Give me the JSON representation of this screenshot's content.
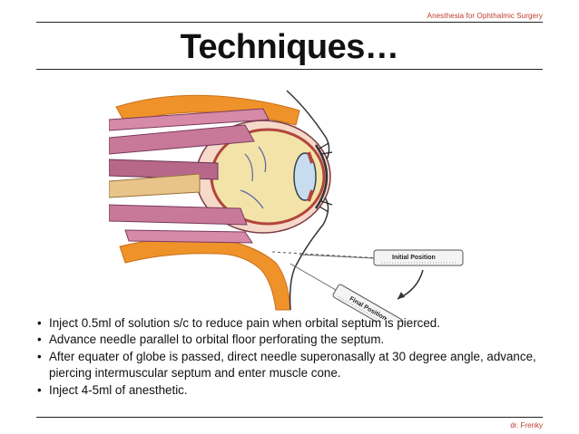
{
  "header": {
    "label": "Anesthesia for Ophthalmic Surgery"
  },
  "slide": {
    "title": "Techniques…"
  },
  "figure": {
    "label_initial": "Initial Position",
    "label_final": "Final Position"
  },
  "bullets": [
    "Inject 0.5ml of solution s/c to reduce pain when orbital septum is pierced.",
    "Advance needle parallel to orbital floor perforating the septum.",
    "After equater of globe is passed, direct needle superonasally at 30 degree angle, advance, piercing intermuscular septum and enter muscle cone.",
    "Inject 4-5ml of anesthetic."
  ],
  "footer": {
    "author": "dr. Frenky"
  },
  "colors": {
    "accent": "#c0392b",
    "orbit_fat": "#f0922a",
    "muscle": "#c8799a"
  }
}
